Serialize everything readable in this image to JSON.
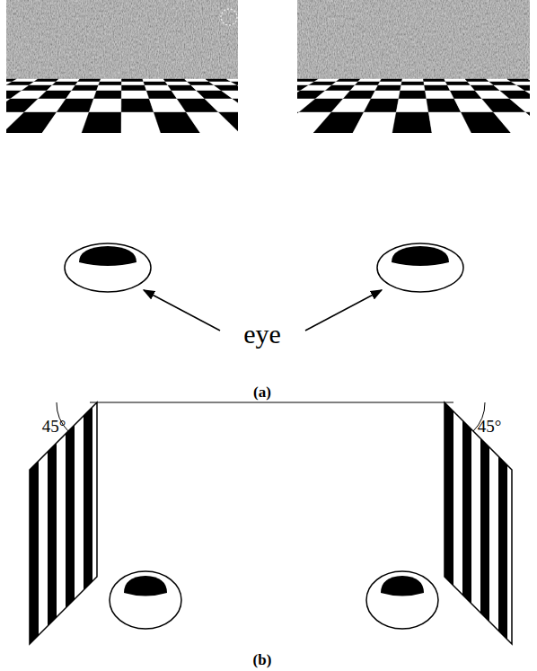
{
  "diagram": {
    "labels": [
      "eye",
      "(a)",
      "45°",
      "45°",
      "(b)"
    ]
  }
}
